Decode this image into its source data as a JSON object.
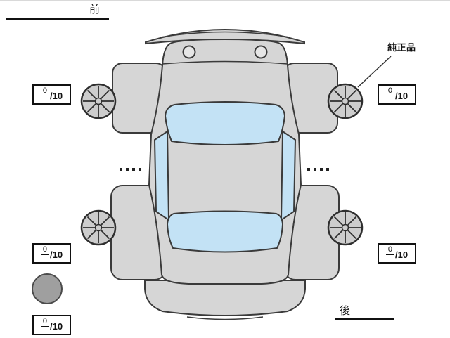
{
  "diagram": {
    "front_label": "前",
    "rear_label": "後",
    "genuine_part_label": "純正品"
  },
  "scores": {
    "front_left": {
      "value": "0",
      "max": "/10"
    },
    "front_right": {
      "value": "0",
      "max": "/10"
    },
    "rear_left": {
      "value": "0",
      "max": "/10"
    },
    "rear_right": {
      "value": "0",
      "max": "/10"
    },
    "spare": {
      "value": "0",
      "max": "/10"
    }
  },
  "colors": {
    "body": "#d6d6d6",
    "outline": "#3a3a3a",
    "glass": "#c3e2f5",
    "spare_tire": "#9f9f9f",
    "background": "#ffffff"
  }
}
